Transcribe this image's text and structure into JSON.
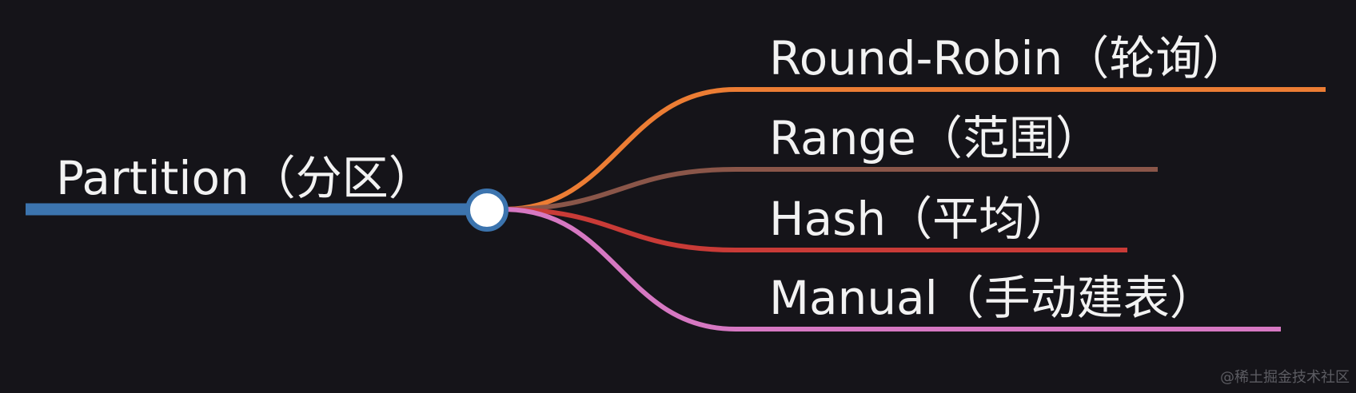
{
  "mindmap": {
    "root": {
      "label": "Partition（分区）",
      "color": "#3c74ae"
    },
    "branches": [
      {
        "label": "Round-Robin（轮询）",
        "color": "#ec7d34"
      },
      {
        "label": "Range（范围）",
        "color": "#8a5649"
      },
      {
        "label": "Hash（平均）",
        "color": "#c93b37"
      },
      {
        "label": "Manual（手动建表）",
        "color": "#d678c2"
      }
    ],
    "center_node": {
      "fill": "#ffffff",
      "stroke": "#3c74ae"
    }
  },
  "watermark": {
    "text": "@稀土掘金技术社区"
  }
}
